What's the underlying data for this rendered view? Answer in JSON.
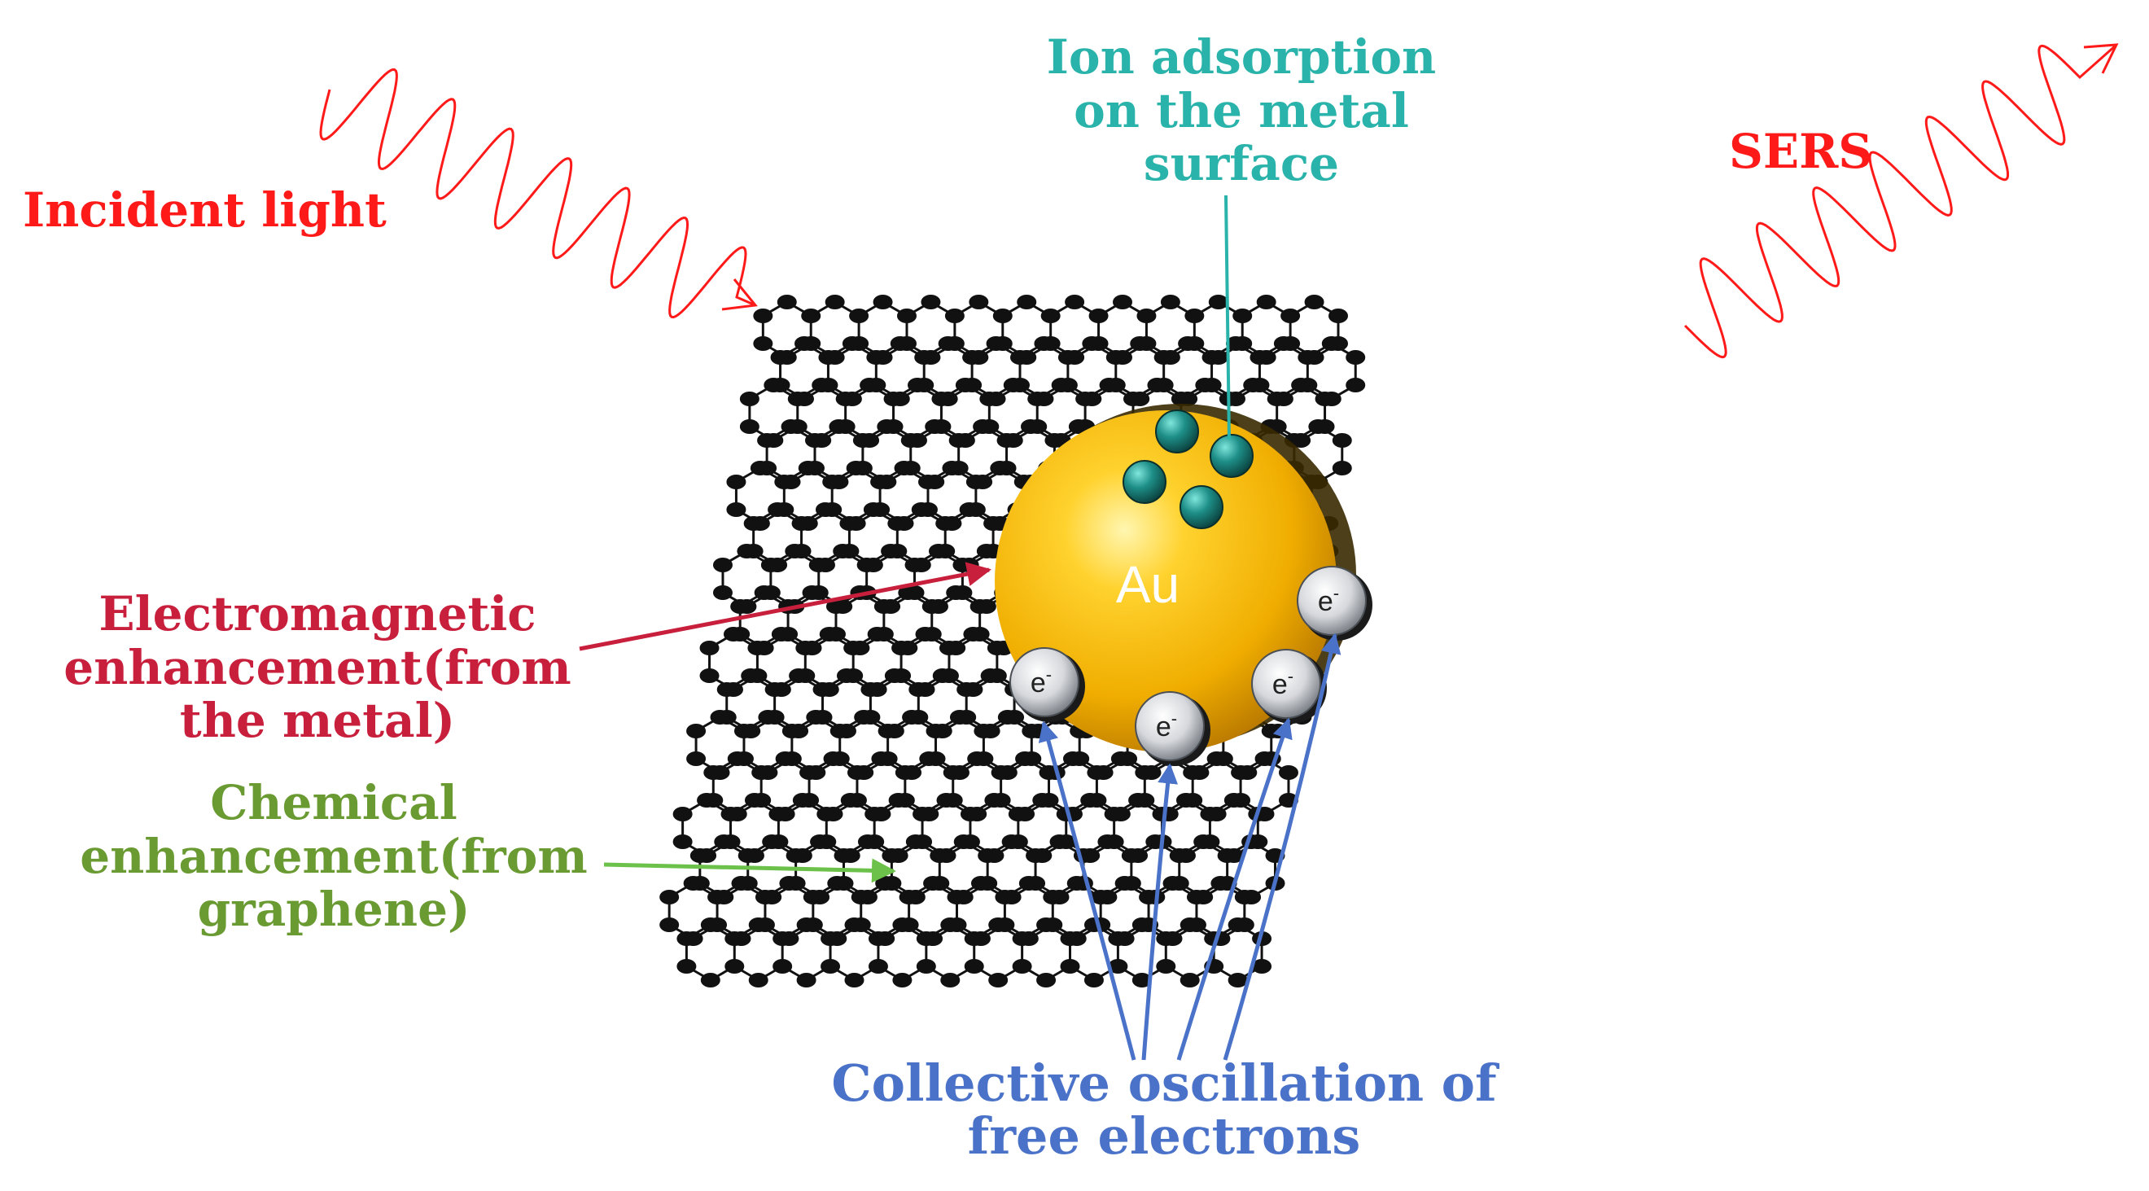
{
  "labels": {
    "incident": "Incident light",
    "sers": "SERS",
    "ion": [
      "Ion adsorption",
      "on the metal",
      "surface"
    ],
    "em": [
      "Electromagnetic",
      "enhancement(from",
      "the metal)"
    ],
    "chem": [
      "Chemical",
      "enhancement(from",
      "graphene)"
    ],
    "collective": [
      "Collective oscillation of",
      "free electrons"
    ],
    "au": "Au",
    "electron": "e",
    "electron_charge": "-"
  },
  "colors": {
    "light": "#ff1a1a",
    "ion": "#2ab3aa",
    "em": "#c8203c",
    "chem": "#6a9a32",
    "chem_arrow": "#6cc14a",
    "collective": "#4a72c8",
    "gold": "#f5b800",
    "lattice": "#111111",
    "ion_ball": "#167a74"
  }
}
